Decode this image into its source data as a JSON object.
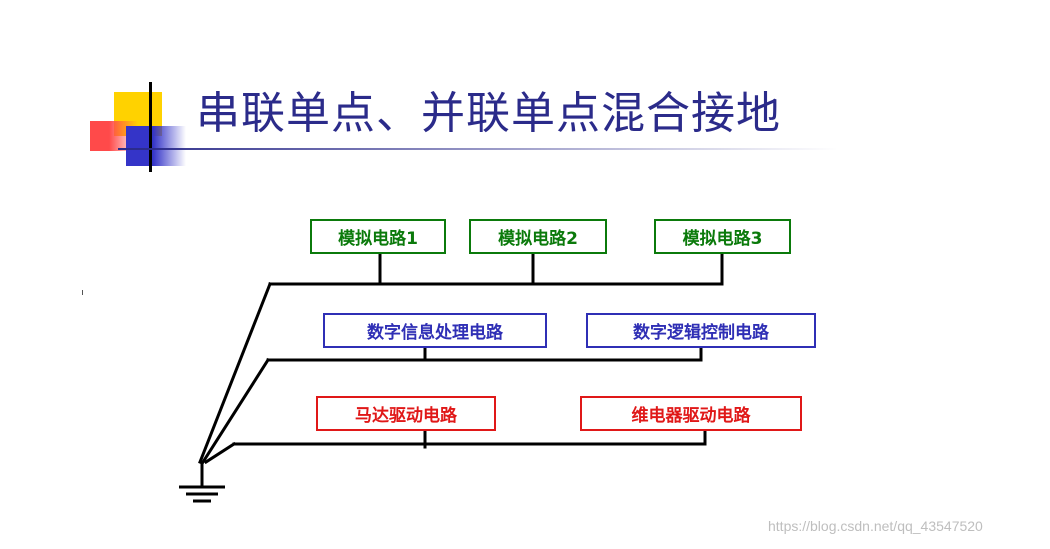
{
  "title": "串联单点、并联单点混合接地",
  "colors": {
    "title": "#2b2b8a",
    "analog": "#0b7a0b",
    "digital": "#2f2fb5",
    "power": "#e01818",
    "wire": "#000000",
    "deco_yellow": "#ffd200",
    "deco_red": "#ff4a4a",
    "deco_blue": "#3434c8",
    "watermark": "#b8b8b8"
  },
  "groups": [
    {
      "id": "analog",
      "color_key": "analog",
      "circuits": [
        {
          "label": "模拟电路1"
        },
        {
          "label": "模拟电路2"
        },
        {
          "label": "模拟电路3"
        }
      ]
    },
    {
      "id": "digital",
      "color_key": "digital",
      "circuits": [
        {
          "label": "数字信息处理电路"
        },
        {
          "label": "数字逻辑控制电路"
        }
      ]
    },
    {
      "id": "power",
      "color_key": "power",
      "circuits": [
        {
          "label": "马达驱动电路"
        },
        {
          "label": "维电器驱动电路"
        }
      ]
    }
  ],
  "ground": {
    "icon": "ground-symbol-icon"
  },
  "watermark": "https://blog.csdn.net/qq_43547520"
}
